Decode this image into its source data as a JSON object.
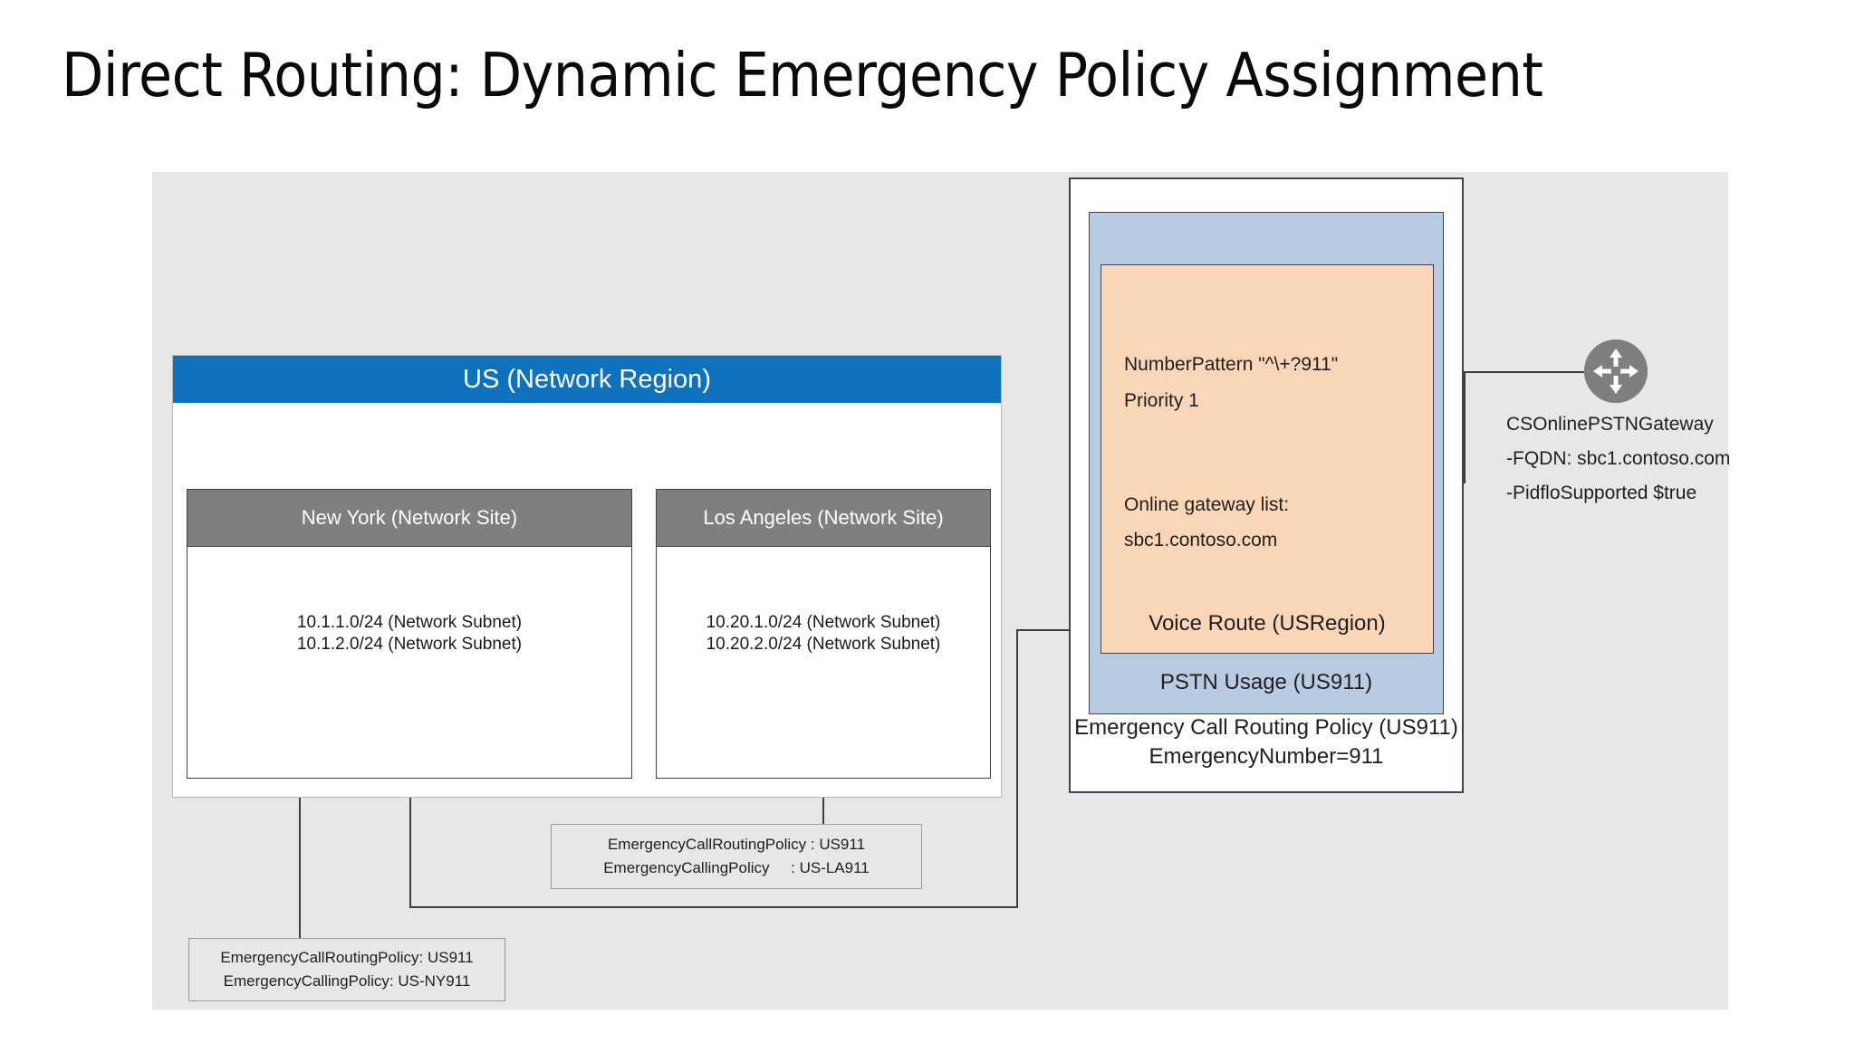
{
  "page": {
    "title": "Direct Routing: Dynamic Emergency Policy Assignment"
  },
  "region": {
    "header": "US (Network Region)",
    "sites": [
      {
        "name": "New York (Network Site)",
        "subnets": [
          "10.1.1.0/24 (Network Subnet)",
          "10.1.2.0/24 (Network Subnet)"
        ]
      },
      {
        "name": "Los Angeles (Network Site)",
        "subnets": [
          "10.20.1.0/24 (Network Subnet)",
          "10.20.2.0/24 (Network Subnet)"
        ]
      }
    ]
  },
  "policy": {
    "voice_route": {
      "number_pattern": "NumberPattern \"^\\+?911\"",
      "priority": "Priority 1",
      "gateway_list_label": "Online gateway list:",
      "gateway": "sbc1.contoso.com",
      "title": "Voice Route (USRegion)"
    },
    "pstn_usage_title": "PSTN Usage (US911)",
    "emergency_call_routing_policy": "Emergency Call Routing Policy (US911)\nEmergencyNumber=911"
  },
  "gateway": {
    "icon": "router-icon",
    "name": "CSOnlinePSTNGateway",
    "fqdn": "-FQDN: sbc1.contoso.com",
    "pidflo": "-PidfloSupported $true"
  },
  "callouts": {
    "los_angeles": {
      "line1": "EmergencyCallRoutingPolicy : US911",
      "line2": "EmergencyCallingPolicy     : US-LA911"
    },
    "new_york": {
      "line1": "EmergencyCallRoutingPolicy: US911",
      "line2": "EmergencyCallingPolicy: US-NY911"
    }
  },
  "colors": {
    "region_header": "#0f72bf",
    "site_header": "#7f7f7f",
    "pstn_usage": "#b9cae3",
    "voice_route": "#fad6b8",
    "diagram_bg": "#e7e7e7",
    "line": "#3d3d3d"
  }
}
